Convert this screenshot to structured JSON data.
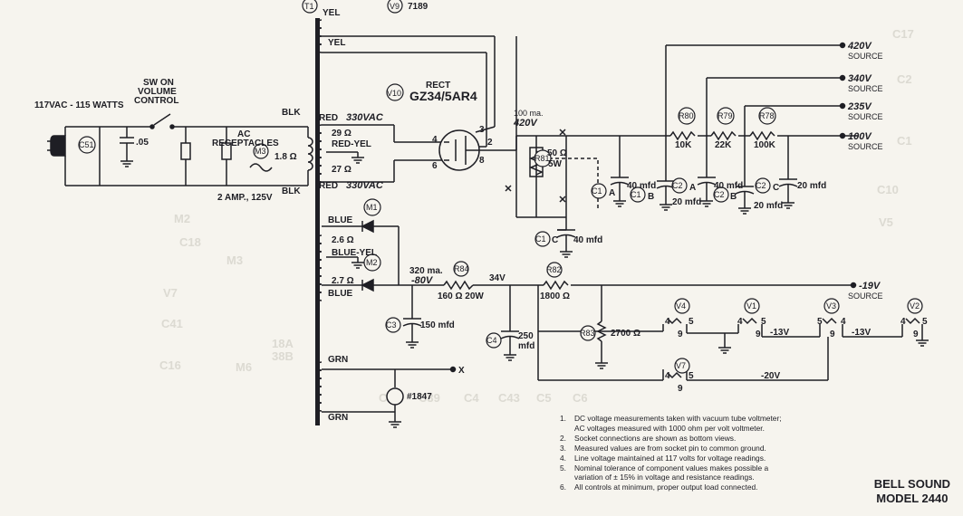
{
  "labels": {
    "t1": "T1",
    "yel1": "YEL",
    "yel2": "YEL",
    "v9": "V9",
    "v9_type": "7189",
    "input": "117VAC - 115 WATTS",
    "switch": [
      "SW ON",
      "VOLUME",
      "CONTROL"
    ],
    "c51": "C51",
    "c51_val": ".05",
    "ac_recep": [
      "AC",
      "RECEPTACLES"
    ],
    "m3": "M3",
    "fuse": "2 AMP., 125V",
    "fuse_ohm": "1.8 Ω",
    "blk1": "BLK",
    "blk2": "BLK",
    "red1": "RED",
    "red2": "RED",
    "red_v1": "330VAC",
    "red_v2": "330VAC",
    "r29": "29 Ω",
    "redyel": "RED-YEL",
    "r27": "27 Ω",
    "rect": "RECT",
    "v10": "V10",
    "v10_type": "GZ34/5AR4",
    "pin4": "4",
    "pin3": "3",
    "pin2": "2",
    "pin6": "6",
    "pin8": "8",
    "i100": "100 ma.",
    "v420": "420V",
    "r81": "R81",
    "r81_val1": "50 Ω",
    "r81_val2": "5W",
    "c1a": "C1",
    "c1a_s": "A",
    "c1a_val": "40 mfd",
    "c1b": "C1",
    "c1b_s": "B",
    "c1b_val": "20 mfd",
    "c1c": "C1",
    "c1c_s": "C",
    "c1c_val": "40 mfd",
    "c2a": "C2",
    "c2a_s": "A",
    "c2a_val": "40 mfd",
    "c2b": "C2",
    "c2b_s": "B",
    "c2b_val": "20 mfd",
    "c2c": "C2",
    "c2c_s": "C",
    "c2c_val": "20 mfd",
    "r80": "R80",
    "r80_val": "10K",
    "r79": "R79",
    "r79_val": "22K",
    "r78": "R78",
    "r78_val": "100K",
    "src420": "420V",
    "src340": "340V",
    "src235": "235V",
    "src100": "100V",
    "src19": "-19V",
    "source": "SOURCE",
    "m1": "M1",
    "m2": "M2",
    "blue1": "BLUE",
    "blue2": "BLUE",
    "blueyel": "BLUE-YEL",
    "r26": "2.6 Ω",
    "r27b": "2.7 Ω",
    "i320": "320 ma.",
    "vm80": "-80V",
    "r84": "R84",
    "r84_val": "160 Ω  20W",
    "v34": "34V",
    "c3": "C3",
    "c3_val": "150 mfd",
    "c4": "C4",
    "c4_val1": "250",
    "c4_val2": "mfd",
    "r82": "R82",
    "r82_val": "1800 Ω",
    "r83": "R83",
    "r83_val": "2700 Ω",
    "v4": "V4",
    "v7": "V7",
    "v1": "V1",
    "v3": "V3",
    "v2": "V2",
    "p4": "4",
    "p5": "5",
    "p9": "9",
    "vm13a": "-13V",
    "vm13b": "-13V",
    "vm20": "-20V",
    "grn1": "GRN",
    "grn2": "GRN",
    "x": "X",
    "lamp": "#1847"
  },
  "ghost": [
    "C17",
    "C2",
    "C1",
    "C18",
    "M2",
    "M3",
    "V7",
    "C41",
    "C16",
    "C3",
    "C39",
    "C4",
    "C43",
    "C5",
    "C6",
    "M6",
    "18A",
    "38B",
    "C10",
    "V5"
  ],
  "notes": [
    {
      "n": "1.",
      "t": "DC voltage measurements taken with vacuum tube voltmeter;"
    },
    {
      "n": "",
      "t": "AC voltages measured with 1000 ohm per volt voltmeter."
    },
    {
      "n": "2.",
      "t": "Socket connections are shown as bottom views."
    },
    {
      "n": "3.",
      "t": "Measured values are from socket pin to common ground."
    },
    {
      "n": "4.",
      "t": "Line voltage maintained at 117 volts for voltage readings."
    },
    {
      "n": "5.",
      "t": "Nominal tolerance of component values makes possible a"
    },
    {
      "n": "",
      "t": "variation of ± 15% in voltage and resistance readings."
    },
    {
      "n": "6.",
      "t": "All controls at minimum, proper output load connected."
    }
  ],
  "brand": {
    "line1": "BELL SOUND",
    "line2": "MODEL 2440"
  }
}
